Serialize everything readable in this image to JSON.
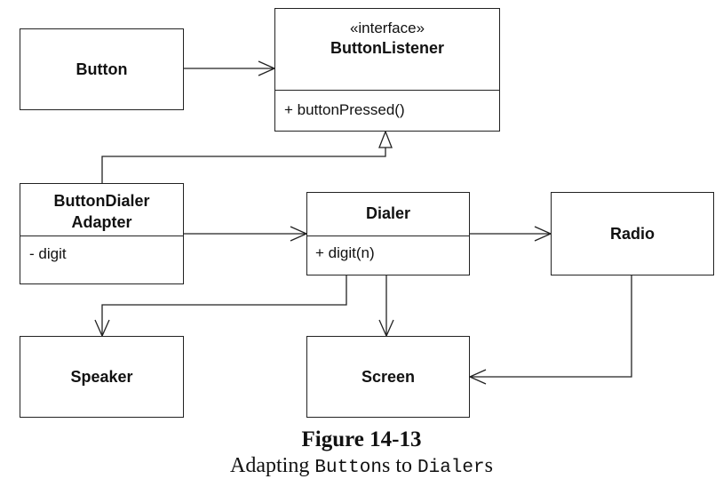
{
  "classes": {
    "button": {
      "name": "Button"
    },
    "button_listener": {
      "stereotype": "«interface»",
      "name": "ButtonListener",
      "operations": [
        "+ buttonPressed()"
      ]
    },
    "button_dialer_adapter": {
      "name_line1": "ButtonDialer",
      "name_line2": "Adapter",
      "attributes": [
        "- digit"
      ]
    },
    "dialer": {
      "name": "Dialer",
      "operations": [
        "+ digit(n)"
      ]
    },
    "radio": {
      "name": "Radio"
    },
    "speaker": {
      "name": "Speaker"
    },
    "screen": {
      "name": "Screen"
    }
  },
  "caption": {
    "title": "Figure 14-13",
    "sub_word1": "Adapting",
    "sub_code1": "Button",
    "sub_s1": "s",
    "sub_word2": "to",
    "sub_code2": "Dialer",
    "sub_s2": "s"
  }
}
